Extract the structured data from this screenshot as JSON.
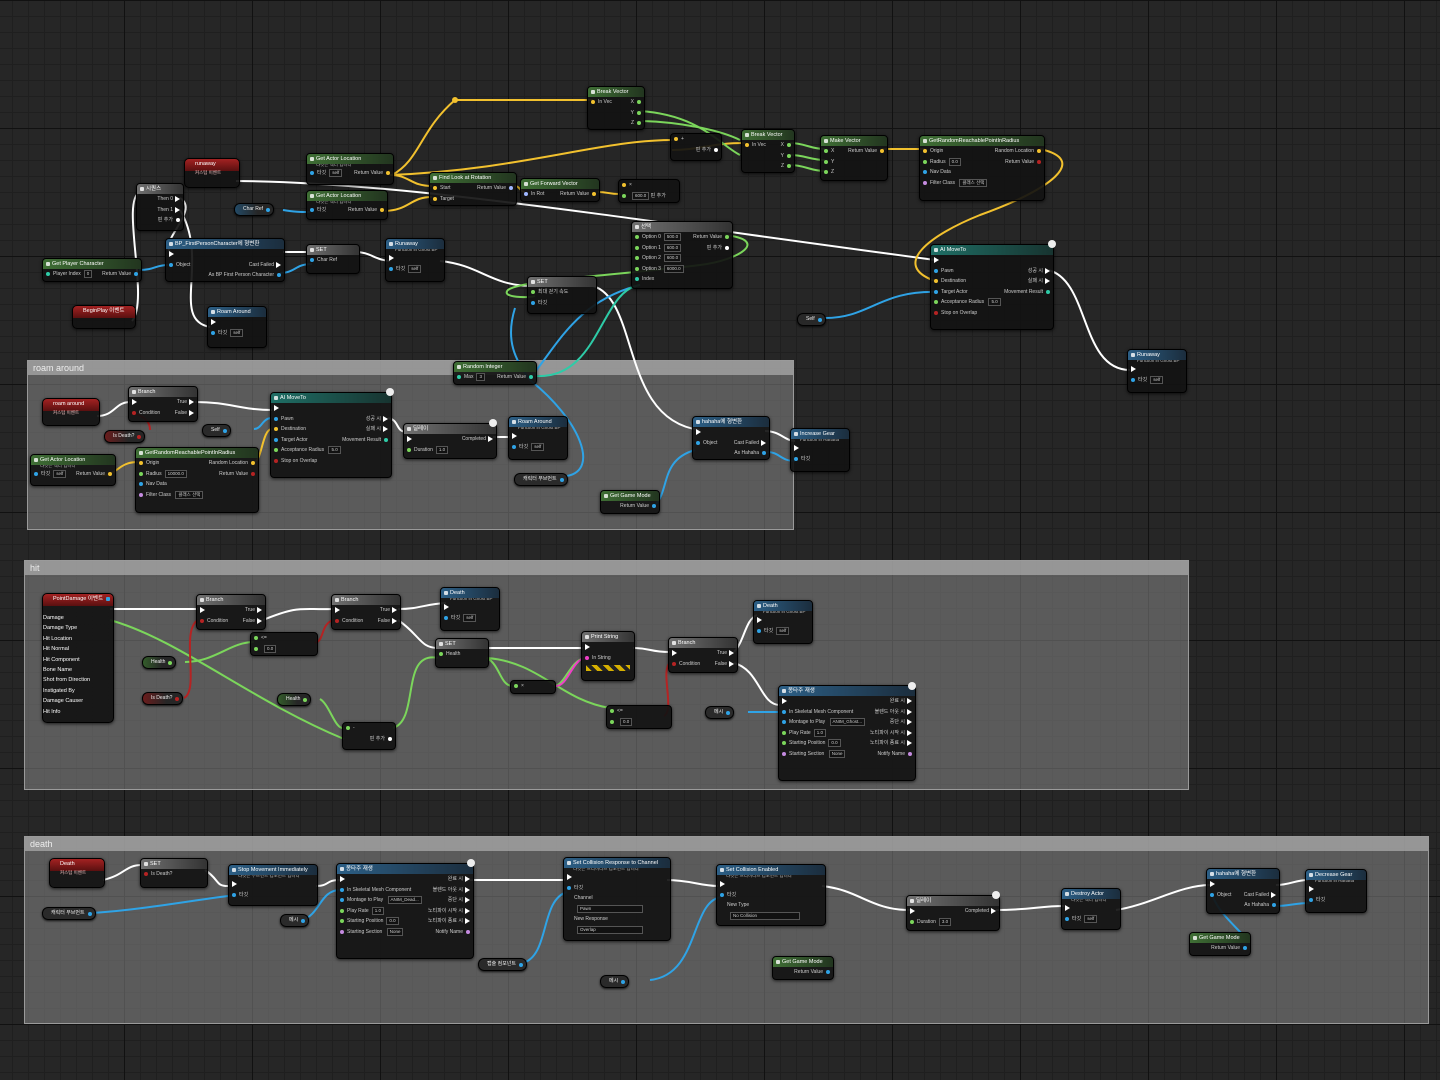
{
  "colors": {
    "exec_wire": "#ffffff",
    "object_wire": "#2fa3e6",
    "vector_wire": "#f2c12e",
    "float_wire": "#7bd65b",
    "bool_wire": "#b52323",
    "string_wire": "#f03fc7",
    "int_wire": "#2ecba7",
    "comment_bg": "#8a8a8a",
    "grid_bg": "#262626"
  },
  "comments": {
    "roam": "roam around",
    "hit": "hit",
    "death": "death"
  },
  "top": {
    "break_vector": {
      "title": "Break Vector",
      "in": "In Vec",
      "x": "X",
      "y": "Y",
      "z": "Z"
    },
    "break_vector2": {
      "title": "Break Vector",
      "in": "In Vec",
      "x": "X",
      "y": "Y",
      "z": "Z"
    },
    "make_vector": {
      "title": "Make Vector",
      "x": "X",
      "y": "Y",
      "z": "Z",
      "ret": "Return Value"
    },
    "reachable": {
      "title": "GetRandomReachablePointInRadius",
      "origin": "Origin",
      "radius": "Radius",
      "radius_val": "0.0",
      "nav": "Nav Data",
      "filter": "Filter Class",
      "filter_val": "클래스 선택",
      "rl": "Random Location",
      "ret": "Return Value"
    },
    "runaway_event": {
      "title": "runaway",
      "sub": "커스텀 이벤트"
    },
    "get_loc1": {
      "title": "Get Actor Location",
      "sub": "타깃은 액터 입니다",
      "target": "타깃",
      "self": "self",
      "ret": "Return Value"
    },
    "get_loc2": {
      "title": "Get Actor Location",
      "sub": "타깃은 액터 입니다",
      "target": "타깃",
      "ret": "Return Value"
    },
    "find_look": {
      "title": "Find Look at Rotation",
      "start": "Start",
      "target": "Target",
      "ret": "Return Value"
    },
    "fwd": {
      "title": "Get Forward Vector",
      "inrot": "In Rot",
      "ret": "Return Value"
    },
    "mul": {
      "title": "×",
      "val": "600.0",
      "add": "핀 추가"
    },
    "add": {
      "title": "+",
      "add": "핀 추가"
    },
    "sequence": {
      "title": "시퀀스",
      "then0": "Then 0",
      "then1": "Then 1",
      "add": "핀 추가"
    },
    "char_ref": {
      "label": "Char Ref"
    },
    "get_player": {
      "title": "Get Player Character",
      "idx": "Player Index",
      "idx_val": "0",
      "ret": "Return Value"
    },
    "beginplay": {
      "title": "BeginPlay 이벤트"
    },
    "cast": {
      "title": "BP_FirstPersonCharacter에 형변환",
      "obj": "Object",
      "failed": "Cast Failed",
      "as": "As BP First Person Character"
    },
    "set_char": {
      "title": "SET",
      "ref": "Char Ref"
    },
    "runaway_call": {
      "title": "Runaway",
      "sub": "Function in Ghost BP",
      "target": "타깃",
      "self": "self"
    },
    "roam_call": {
      "title": "Roam Around",
      "sub": "",
      "target": "타깃",
      "self": "self"
    },
    "select": {
      "title": "선택",
      "o0": "Option 0",
      "o1": "Option 1",
      "o2": "Option 2",
      "o3": "Option 3",
      "v0": "500.0",
      "v1": "600.0",
      "v2": "600.0",
      "v3": "6000.0",
      "idx": "Index",
      "ret": "Return Value",
      "add": "핀 추가"
    },
    "set_speed": {
      "title": "SET",
      "speed": "최대 걷기 속도",
      "target": "타깃"
    },
    "ai_move": {
      "title": "AI MoveTo",
      "pawn": "Pawn",
      "dest": "Destination",
      "ta": "Target Actor",
      "ar": "Acceptance Radius",
      "ar_val": "5.0",
      "stop": "Stop on Overlap",
      "succ": "성공 시",
      "fail": "실패 시",
      "mr": "Movement Result"
    },
    "self_node": {
      "label": "Self"
    },
    "runaway_call2": {
      "title": "Runaway",
      "sub": "Function in Ghost BP",
      "target": "타깃",
      "self": "self"
    }
  },
  "roam": {
    "event": {
      "title": "roam around",
      "sub": "커스텀 이벤트"
    },
    "branch": {
      "title": "Branch",
      "cond": "Condition",
      "t": "True",
      "f": "False"
    },
    "is_death": {
      "label": "Is Death?"
    },
    "self": {
      "label": "Self"
    },
    "get_loc": {
      "title": "Get Actor Location",
      "sub": "타깃은 액터 입니다",
      "target": "타깃",
      "self": "self",
      "ret": "Return Value"
    },
    "reachable": {
      "title": "GetRandomReachablePointInRadius",
      "origin": "Origin",
      "radius": "Radius",
      "radius_val": "10000.0",
      "nav": "Nav Data",
      "filter": "Filter Class",
      "filter_val": "클래스 선택",
      "rl": "Random Location",
      "ret": "Return Value"
    },
    "ai_move": {
      "title": "AI MoveTo",
      "pawn": "Pawn",
      "dest": "Destination",
      "ta": "Target Actor",
      "ar": "Acceptance Radius",
      "ar_val": "5.0",
      "stop": "Stop on Overlap",
      "succ": "성공 시",
      "fail": "실패 시",
      "mr": "Movement Result"
    },
    "delay": {
      "title": "딜레이",
      "dur": "Duration",
      "dur_val": "1.0",
      "done": "Completed"
    },
    "roam_call": {
      "title": "Roam Around",
      "sub": "Function in Ghost BP",
      "target": "타깃",
      "self": "self"
    },
    "random_int": {
      "title": "Random Integer",
      "max": "Max",
      "max_val": "3",
      "ret": "Return Value"
    },
    "mesh": {
      "label": "캐릭터 무브먼트"
    },
    "cast_hahaha": {
      "title": "hahaha에 형변환",
      "obj": "Object",
      "failed": "Cast Failed",
      "as": "As Hahaha"
    },
    "increase": {
      "title": "Increase Gear",
      "sub": "Function in Hahaha",
      "target": "타깃"
    },
    "get_mode": {
      "title": "Get Game Mode",
      "ret": "Return Value"
    }
  },
  "hit": {
    "event": {
      "title": "PointDamage 이벤트",
      "pins": [
        "Damage",
        "Damage Type",
        "Hit Location",
        "Hit Normal",
        "Hit Component",
        "Bone Name",
        "Shot from Direction",
        "Instigated By",
        "Damage Causer",
        "Hit Info"
      ]
    },
    "branch1": {
      "title": "Branch",
      "cond": "Condition",
      "t": "True",
      "f": "False"
    },
    "branch2": {
      "title": "Branch",
      "cond": "Condition",
      "t": "True",
      "f": "False"
    },
    "branch3": {
      "title": "Branch",
      "cond": "Condition",
      "t": "True",
      "f": "False"
    },
    "health1": {
      "label": "Health"
    },
    "health2": {
      "label": "Health"
    },
    "is_death": {
      "label": "Is Death?"
    },
    "le": {
      "title": "<=",
      "val": "0.0"
    },
    "le2": {
      "title": "<=",
      "val": "0.0"
    },
    "sub": {
      "title": "-",
      "add": "핀 추가"
    },
    "set_health": {
      "title": "SET",
      "health": "Health"
    },
    "mulnode": {
      "title": "×"
    },
    "print": {
      "title": "Print String",
      "in": "In String"
    },
    "death1": {
      "title": "Death",
      "sub": "Function in Ghost BP",
      "target": "타깃",
      "self": "self"
    },
    "death2": {
      "title": "Death",
      "sub": "Function in Ghost BP",
      "target": "타깃",
      "self": "self"
    },
    "montage": {
      "title": "몽타주 재생",
      "mesh": "In Skeletal Mesh Component",
      "mtp": "Montage to Play",
      "mtp_val": "ANIM_Ghost...",
      "rate": "Play Rate",
      "rate_val": "1.0",
      "start": "Starting Position",
      "start_val": "0.0",
      "section": "Starting Section",
      "section_val": "None",
      "complete": "완료 시",
      "blend": "블렌드 아웃 시",
      "inter": "중단 시",
      "notify_b": "노티파이 시작 시",
      "notify_e": "노티파이 종료 시",
      "notify": "Notify Name"
    },
    "mesh_var": {
      "label": "메시"
    }
  },
  "death": {
    "event": {
      "title": "Death",
      "sub": "커스텀 이벤트"
    },
    "set": {
      "title": "SET",
      "isd": "Is Death?"
    },
    "stop": {
      "title": "Stop Movement Immediately",
      "sub": "타깃은 무브먼트 컴포넌트 입니다",
      "target": "타깃"
    },
    "montage": {
      "title": "몽타주 재생",
      "mesh": "In Skeletal Mesh Component",
      "mtp": "Montage to Play",
      "mtp_val": "ANIM_Dead...",
      "rate": "Play Rate",
      "rate_val": "1.0",
      "start": "Starting Position",
      "start_val": "0.0",
      "section": "Starting Section",
      "section_val": "None",
      "complete": "완료 시",
      "blend": "블렌드 아웃 시",
      "inter": "중단 시",
      "notify_b": "노티파이 시작 시",
      "notify_e": "노티파이 종료 시",
      "notify": "Notify Name"
    },
    "collision_resp": {
      "title": "Set Collision Response to Channel",
      "sub": "타깃은 프리미티브 컴포넌트 입니다",
      "target": "타깃",
      "channel": "Channel",
      "channel_val": "Pawn",
      "nr": "New Response",
      "nr_val": "Overlap"
    },
    "collision_en": {
      "title": "Set Collision Enabled",
      "sub": "타깃은 프리미티브 컴포넌트 입니다",
      "target": "타깃",
      "nt": "New Type",
      "nt_val": "No Collision"
    },
    "delay": {
      "title": "딜레이",
      "dur": "Duration",
      "dur_val": "3.0",
      "done": "Completed"
    },
    "destroy": {
      "title": "Destroy Actor",
      "sub": "타깃은 액터 입니다",
      "target": "타깃",
      "self": "self"
    },
    "cast": {
      "title": "hahaha에 형변환",
      "obj": "Object",
      "failed": "Cast Failed",
      "as": "As Hahaha"
    },
    "decrease": {
      "title": "Decrease Gear",
      "sub": "Function in Hahaha",
      "target": "타깃"
    },
    "get_mode": {
      "title": "Get Game Mode",
      "ret": "Return Value"
    },
    "get_mode2": {
      "title": "Get Game Mode",
      "ret": "Return Value"
    },
    "movement": {
      "label": "캐릭터 무브먼트"
    },
    "mesh": {
      "label": "메시"
    },
    "capsule": {
      "label": "캡슐 컴포넌트"
    },
    "mesh2": {
      "label": "메시"
    }
  }
}
